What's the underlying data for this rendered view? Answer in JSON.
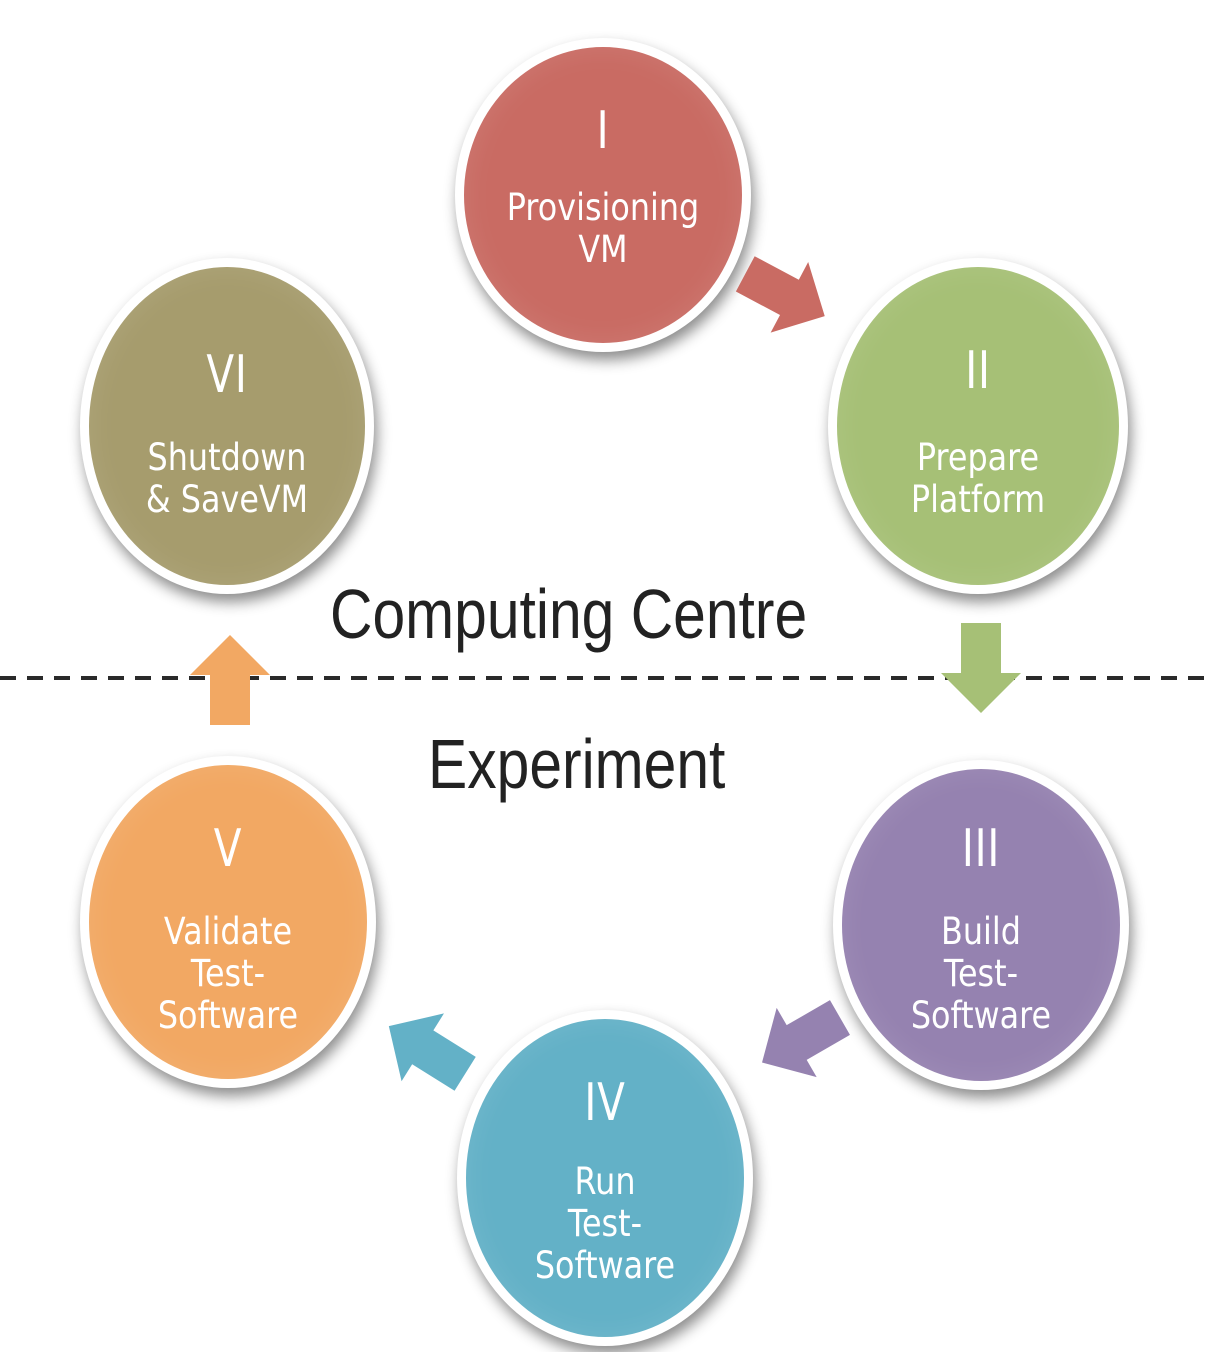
{
  "diagram": {
    "regions": {
      "top_label": "Computing Centre",
      "bottom_label": "Experiment"
    },
    "steps": [
      {
        "numeral": "I",
        "label": "Provisioning\nVM",
        "color": "#c96b63"
      },
      {
        "numeral": "II",
        "label": "Prepare\nPlatform",
        "color": "#a6c076"
      },
      {
        "numeral": "III",
        "label": "Build\nTest-\nSoftware",
        "color": "#9582b0"
      },
      {
        "numeral": "IV",
        "label": "Run\nTest-\nSoftware",
        "color": "#63b1c7"
      },
      {
        "numeral": "V",
        "label": "Validate\nTest-\nSoftware",
        "color": "#f2a863"
      },
      {
        "numeral": "VI",
        "label": "Shutdown\n& SaveVM",
        "color": "#a69c6d"
      }
    ],
    "arrow_colors": [
      "#c96b63",
      "#a6c076",
      "#9582b0",
      "#63b1c7",
      "#f2a863"
    ]
  }
}
